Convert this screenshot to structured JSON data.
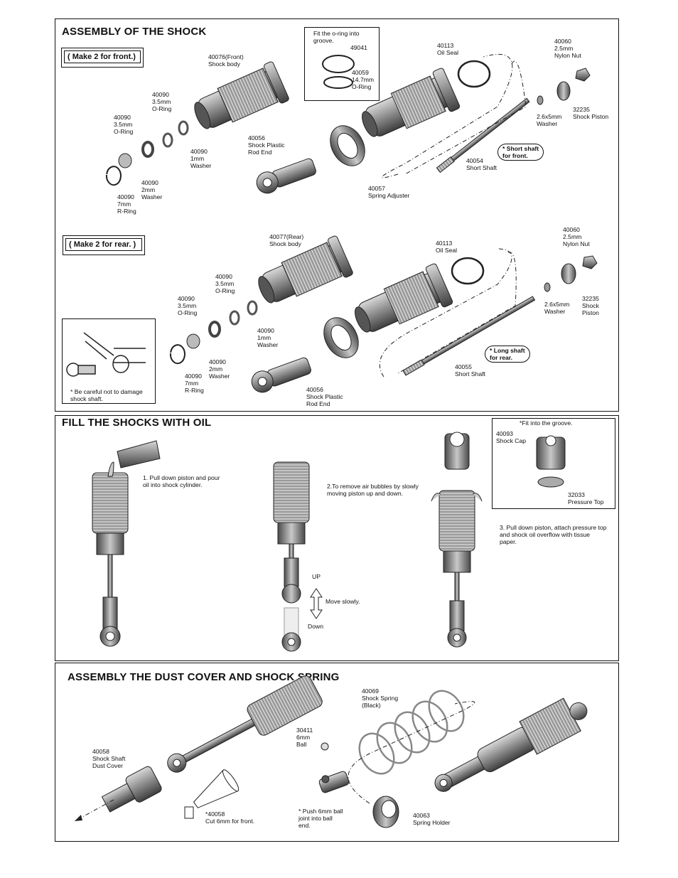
{
  "sections": {
    "assembly": {
      "title": "ASSEMBLY OF THE SHOCK"
    },
    "fill": {
      "title": "FILL THE SHOCKS WITH OIL"
    },
    "dust": {
      "title": "ASSEMBLY THE DUST COVER AND SHOCK SPRING"
    }
  },
  "front": {
    "make": "( Make 2 for front.)",
    "oring_note": "Fit the o-ring into\ngroove.",
    "p49041": "49041",
    "p40059": "40059\n14.7mm\nO-Ring",
    "body": "40076(Front)\nShock body",
    "oring1": "40090\n3.5mm\nO-Ring",
    "oring2": "40090\n3.5mm\nO-Ring",
    "washer1": "40090\n1mm\nWasher",
    "washer2": "40090\n2mm\nWasher",
    "rring": "40090\n7mm\nR-Ring",
    "rodend": "40056\nShock Plastic\nRod End",
    "adjuster": "40057\nSpring Adjuster",
    "oilseal": "40113\nOil Seal",
    "nut": "40060\n2.5mm\nNylon Nut",
    "piston": "32235\nShock Piston",
    "washer3": "2.6x5mm\nWasher",
    "shaftnote": "* Short shaft\n      for front.",
    "shaft": "40054\nShort Shaft"
  },
  "rear": {
    "make": "( Make 2 for rear. )",
    "body": "40077(Rear)\nShock body",
    "oring1": "40090\n3.5mm\nO-Ring",
    "oring2": "40090\n3.5mm\nO-Ring",
    "washer1": "40090\n1mm\nWasher",
    "washer2": "40090\n2mm\nWasher",
    "rring": "40090\n7mm\nR-Ring",
    "rodend": "40056\nShock Plastic\nRod End",
    "oilseal": "40113\nOil Seal",
    "nut": "40060\n2.5mm\nNylon Nut",
    "piston": "32235\nShock\n     Piston",
    "washer3": "2.6x5mm\nWasher",
    "shaftnote": "* Long shaft\n        for rear.",
    "shaft": "40055\nShort Shaft",
    "caution": "* Be careful not to damage\n   shock shaft."
  },
  "fill": {
    "step1": "1. Pull down piston and pour\n    oil into shock cylinder.",
    "step2": "2.To remove air bubbles by slowly\n   moving piston up and down.",
    "up": "UP",
    "move": "Move slowly.",
    "down": "Down",
    "groove": "*Fit into the groove.",
    "cap": "40093\nShock Cap",
    "ptop": "32033\nPressure Top",
    "step3": "3. Pull down piston, attach pressure top\n    and shock oil overflow with tissue\n    paper."
  },
  "dust": {
    "spring": "40069\nShock Spring\n(Black)",
    "ball": "30411\n6mm\nBall",
    "cover": "40058\nShock Shaft\nDust Cover",
    "cut": "*40058\nCut 6mm for front.",
    "push": "* Push 6mm ball\n   joint into ball\n   end.",
    "holder": "40063\nSpring Holder"
  }
}
